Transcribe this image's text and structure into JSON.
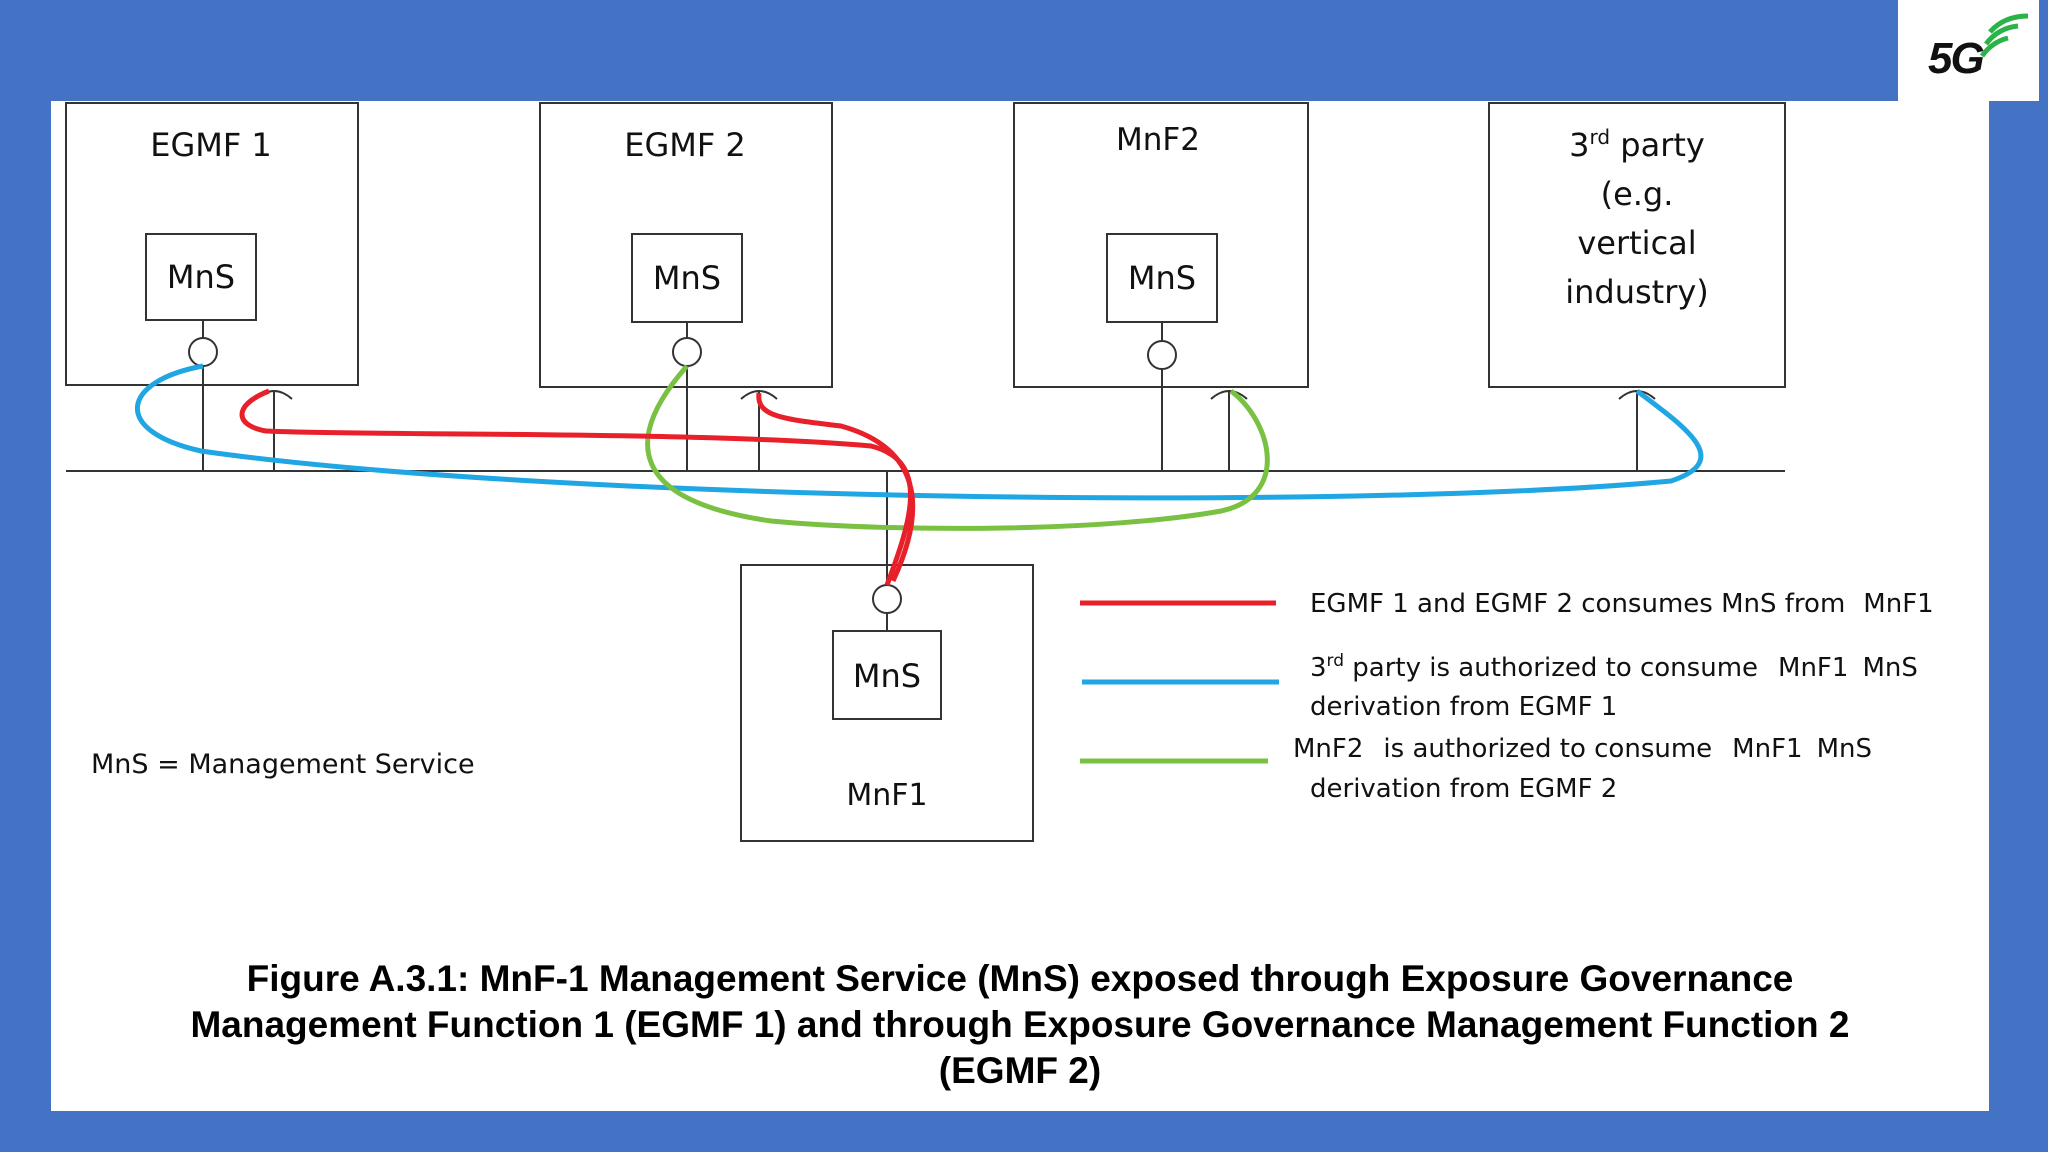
{
  "logo": {
    "text": "5G",
    "arc_color": "#2bb34a"
  },
  "colors": {
    "background": "#4472c4",
    "red": "#e8202a",
    "blue": "#1fa6e3",
    "green": "#7ac143"
  },
  "nodes": {
    "egmf1": {
      "title": "EGMF 1",
      "mns": "MnS"
    },
    "egmf2": {
      "title": "EGMF 2",
      "mns": "MnS"
    },
    "mnf2": {
      "title": "MnF2",
      "mns": "MnS"
    },
    "third_party": {
      "title_main": "3",
      "title_sup": "rd",
      "title_rest": " party",
      "line2": "(e.g.",
      "line3": "vertical",
      "line4": "industry)"
    },
    "mnf1": {
      "title": "MnF1",
      "mns": "MnS"
    }
  },
  "abbreviation": "MnS = Management Service",
  "legend": {
    "red": {
      "line1_a": "EGMF 1 and EGMF 2 consumes MnS from",
      "line1_b": "MnF1"
    },
    "blue": {
      "line1_a": "3",
      "line1_sup": "rd",
      "line1_b": " party is authorized to consume",
      "line1_c": "MnF1",
      "line1_d": "MnS",
      "line2": "derivation from EGMF 1"
    },
    "green": {
      "line1_a": "MnF2",
      "line1_b": "is authorized to consume",
      "line1_c": "MnF1",
      "line1_d": "MnS",
      "line2": "derivation from EGMF 2"
    }
  },
  "caption": {
    "line1": "Figure A.3.1: MnF-1 Management Service (MnS) exposed through Exposure Governance",
    "line2": "Management Function 1 (EGMF 1) and through Exposure Governance Management Function 2",
    "line3": "(EGMF 2)"
  }
}
